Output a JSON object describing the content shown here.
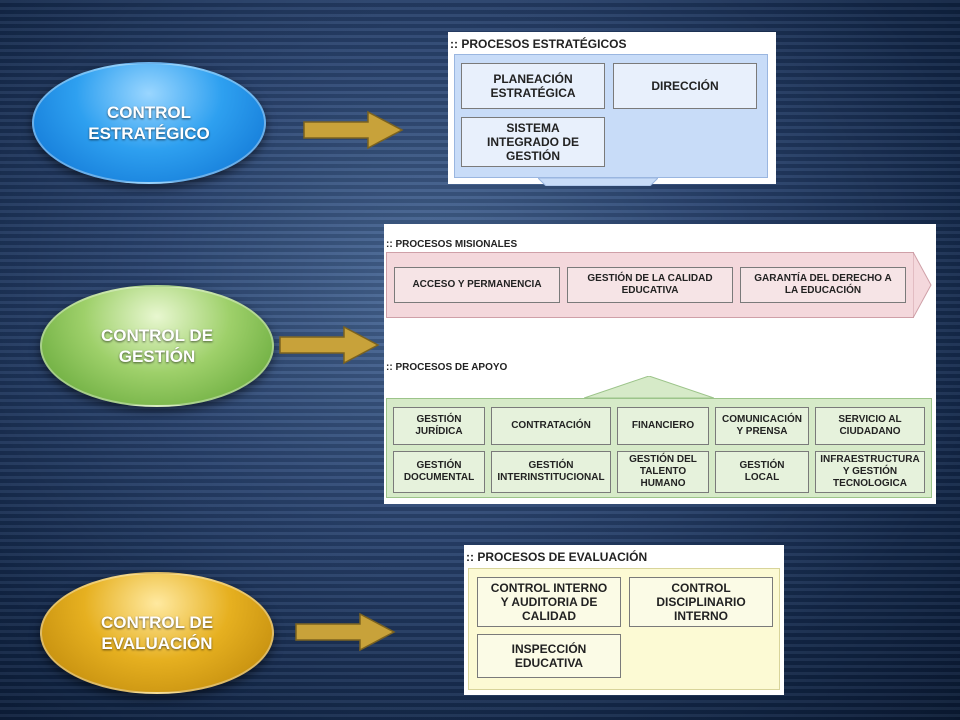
{
  "levels": {
    "strategic": "CONTROL\nESTRATÉGICO",
    "management": "CONTROL DE\nGESTIÓN",
    "evaluation": "CONTROL DE\nEVALUACIÓN"
  },
  "strategic": {
    "title": ":: PROCESOS ESTRATÉGICOS",
    "boxes": [
      "PLANEACIÓN\nESTRATÉGICA",
      "DIRECCIÓN",
      "SISTEMA\nINTEGRADO DE\nGESTIÓN"
    ]
  },
  "missional": {
    "title": ":: PROCESOS MISIONALES",
    "boxes": [
      "ACCESO Y PERMANENCIA",
      "GESTIÓN DE LA CALIDAD\nEDUCATIVA",
      "GARANTÍA DEL DERECHO A\nLA EDUCACIÓN"
    ]
  },
  "support": {
    "title": ":: PROCESOS DE APOYO",
    "boxes": [
      "GESTIÓN\nJURÍDICA",
      "CONTRATACIÓN",
      "FINANCIERO",
      "COMUNICACIÓN\nY PRENSA",
      "SERVICIO AL\nCIUDADANO",
      "GESTIÓN\nDOCUMENTAL",
      "GESTIÓN\nINTERINSTITUCIONAL",
      "GESTIÓN DEL\nTALENTO\nHUMANO",
      "GESTIÓN\nLOCAL",
      "INFRAESTRUCTURA\nY GESTIÓN\nTECNOLOGICA"
    ]
  },
  "evaluation": {
    "title": ":: PROCESOS DE EVALUACIÓN",
    "boxes": [
      "CONTROL INTERNO\nY AUDITORIA DE\nCALIDAD",
      "CONTROL\nDISCIPLINARIO\nINTERNO",
      "INSPECCIÓN\nEDUCATIVA"
    ]
  },
  "colors": {
    "blue_oval": "#2ea0f0",
    "green_oval": "#9ed06a",
    "gold_oval": "#e6b020",
    "arrow": "#c8a23a"
  }
}
